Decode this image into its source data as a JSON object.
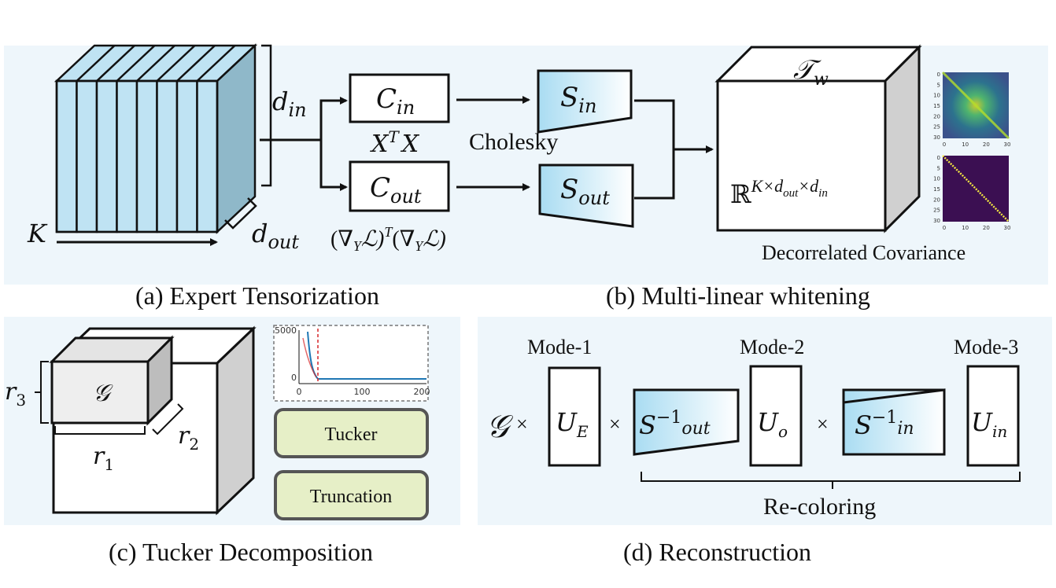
{
  "panels": {
    "a": {
      "caption": "(a) Expert Tensorization",
      "labels": {
        "d_in": "d",
        "d_in_sub": "in",
        "d_out": "d",
        "d_out_sub": "out",
        "K": "K"
      }
    },
    "b": {
      "caption": "(b) Multi-linear whitening",
      "c_in": {
        "main": "C",
        "sub": "in"
      },
      "c_out": {
        "main": "C",
        "sub": "out"
      },
      "xtx": "X",
      "xtx_sup": "T",
      "xtx_tail": "X",
      "grad_expr": "(∇",
      "grad_sub": "Y",
      "grad_mid": "ℒ)",
      "grad_sup": "T",
      "grad_tail": "(∇",
      "grad_sub2": "Y",
      "grad_end": "ℒ)",
      "cholesky": "Cholesky",
      "s_in": {
        "main": "S",
        "sub": "in"
      },
      "s_out": {
        "main": "S",
        "sub": "out"
      },
      "tw": "𝒯",
      "tw_sub": "w",
      "space": "ℝ",
      "space_sup": "K×d",
      "space_sup_sub1": "out",
      "space_sup_mid": "×d",
      "space_sup_sub2": "in",
      "decorrelated": "Decorrelated Covariance",
      "heatmap_ticks_y": [
        "0",
        "5",
        "10",
        "15",
        "20",
        "25",
        "30"
      ],
      "heatmap_ticks_x": [
        "0",
        "10",
        "20",
        "30"
      ]
    },
    "c": {
      "caption": "(c) Tucker Decomposition",
      "core": "𝒢",
      "r1": "r",
      "r1_sub": "1",
      "r2": "r",
      "r2_sub": "2",
      "r3": "r",
      "r3_sub": "3",
      "plot_ticks_y": [
        "5000",
        "0"
      ],
      "plot_ticks_x": [
        "0",
        "100",
        "200"
      ],
      "tucker_button": "Tucker",
      "truncation_button": "Truncation"
    },
    "d": {
      "caption": "(d) Reconstruction",
      "core": "𝒢",
      "times": "×",
      "mode1": "Mode-1",
      "mode2": "Mode-2",
      "mode3": "Mode-3",
      "u_e": {
        "main": "U",
        "sub": "E"
      },
      "u_o": {
        "main": "U",
        "sub": "o"
      },
      "u_in": {
        "main": "U",
        "sub": "in"
      },
      "s_out_inv": {
        "main": "S",
        "sup": "−1",
        "sub": "out"
      },
      "s_in_inv": {
        "main": "S",
        "sup": "−1",
        "sub": "in"
      },
      "recoloring": "Re-coloring"
    }
  },
  "colors": {
    "panel_bg": "#eef6fb",
    "slice_fill": "#bfe3f3",
    "slice_side": "#8fb8c9",
    "cube_side": "#d0d0d0",
    "core_fill": "#eeeeee",
    "button_fill": "#e6efc7",
    "button_border": "#555555",
    "grad_blue": "#a9dcf2",
    "heat_dark": "#3b0f52",
    "heat_diag": "#f0e442"
  }
}
